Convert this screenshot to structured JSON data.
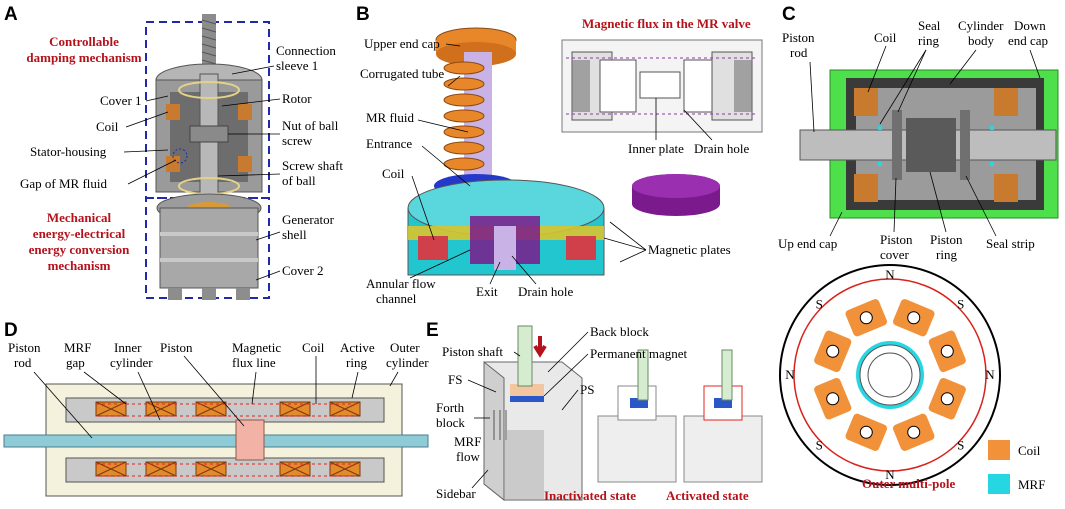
{
  "panels": {
    "A": {
      "letter": "A",
      "title_top": [
        "Controllable",
        "damping mechanism"
      ],
      "title_bottom": [
        "Mechanical",
        "energy-electrical",
        "energy conversion",
        "mechanism"
      ],
      "labels": {
        "connection_sleeve": [
          "Connection",
          "sleeve 1"
        ],
        "cover1": "Cover 1",
        "rotor": "Rotor",
        "coil": "Coil",
        "nut": [
          "Nut of ball",
          "screw"
        ],
        "stator": "Stator-housing",
        "screw_shaft": [
          "Screw shaft",
          "of ball"
        ],
        "gap": "Gap of MR fluid",
        "generator": [
          "Generator",
          "shell"
        ],
        "cover2": "Cover 2"
      },
      "colors": {
        "body": "#9a9a9a",
        "coil": "#c87a2e",
        "frame": "#1f2aa8"
      }
    },
    "B": {
      "letter": "B",
      "flux_title": "Magnetic flux in the MR valve",
      "labels": {
        "upper_end_cap": "Upper end cap",
        "corrugated_tube": "Corrugated tube",
        "mr_fluid": "MR fluid",
        "entrance": "Entrance",
        "coil": "Coil",
        "inner_plate": "Inner plate",
        "drain_hole_top": "Drain hole",
        "magnetic_plates": "Magnetic plates",
        "annular": [
          "Annular flow",
          "channel"
        ],
        "exit": "Exit",
        "drain_hole": "Drain hole"
      },
      "colors": {
        "tube": "#e8862a",
        "fluid": "#c9b3e6",
        "blue": "#2438c9",
        "cyan": "#22c6cf",
        "plate": "#7a1a8c",
        "yellow": "#d8c42c",
        "red": "#d0404a"
      }
    },
    "C": {
      "letter": "C",
      "labels": {
        "piston_rod": [
          "Piston",
          "rod"
        ],
        "coil": "Coil",
        "seal_ring": [
          "Seal",
          "ring"
        ],
        "cylinder_body": [
          "Cylinder",
          "body"
        ],
        "down_end_cap": [
          "Down",
          "end cap"
        ],
        "up_end_cap": "Up end cap",
        "piston_cover": [
          "Piston",
          "cover"
        ],
        "piston_ring": [
          "Piston",
          "ring"
        ],
        "seal_strip": "Seal strip"
      },
      "pole_labels": [
        "N",
        "S",
        "N",
        "S",
        "N",
        "S",
        "N",
        "S"
      ],
      "caption": "Outer multi-pole",
      "legend": [
        {
          "label": "Coil",
          "color": "#f1913a"
        },
        {
          "label": "MRF",
          "color": "#27d6e3"
        }
      ],
      "colors": {
        "green": "#4ee04a",
        "dark": "#3a3a3a",
        "gray": "#9b9b9b"
      }
    },
    "D": {
      "letter": "D",
      "labels": {
        "piston_rod": [
          "Piston",
          "rod"
        ],
        "mrf_gap": [
          "MRF",
          "gap"
        ],
        "inner_cylinder": [
          "Inner",
          "cylinder"
        ],
        "piston": "Piston",
        "flux_line": [
          "Magnetic",
          "flux line"
        ],
        "coil": "Coil",
        "active_ring": [
          "Active",
          "ring"
        ],
        "outer_cylinder": [
          "Outer",
          "cylinder"
        ]
      },
      "colors": {
        "frame": "#f4f1dc",
        "inner": "#c9c9c9",
        "coil": "#e58a2a",
        "piston": "#f2b3a6",
        "rod": "#8ecbd6",
        "flux": "#e0241f"
      }
    },
    "E": {
      "letter": "E",
      "labels": {
        "back_block": "Back block",
        "piston_shaft": "Piston shaft",
        "permanent_magnet": "Permanent magnet",
        "fs": "FS",
        "ps": "PS",
        "forth_block": [
          "Forth",
          "block"
        ],
        "mrf_flow": [
          "MRF",
          "flow"
        ],
        "sidebar": "Sidebar"
      },
      "states": [
        "Inactivated state",
        "Activated state"
      ],
      "colors": {
        "block": "#e9e9e9",
        "shaft": "#d5ecd0",
        "magnet": "#2a58c9",
        "arrow": "#b5121b"
      }
    }
  }
}
